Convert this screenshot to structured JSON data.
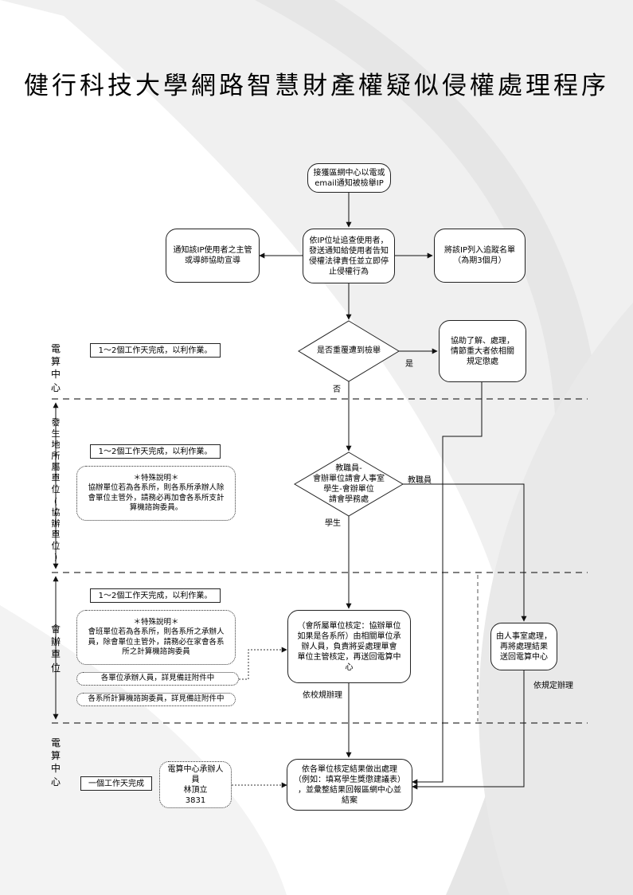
{
  "title": "健行科技大學網路智慧財產權疑似侵權處理程序",
  "lanes": {
    "computer_center_top": "電\n算\n中\n心",
    "department": "發\n生\n地\n所\n屬\n單\n位\n(\n協\n辦\n單\n位\n)",
    "handling_unit": "會\n辦\n單\n位",
    "computer_center_bottom": "電\n算\n中\n心"
  },
  "nodes": {
    "start": "接獲區網中心以電或\nemail通知被檢舉IP",
    "trace": "依IP位址追查使用者，\n發送通知給使用者告知\n侵權法律責任並立即停\n止侵權行為",
    "notify_supervisor": "通知該IP使用者之主管\n或導師協助宣導",
    "track_list": "將該IP列入追蹤名單\n（為期3個月）",
    "repeat_decision": "是否重覆遭到檢舉",
    "assist_handle": "協助了解、處理，\n情節重大者依相關\n規定懲處",
    "role_decision": "教職員-\n會辦單位請會人事室\n學生-會辦單位\n請會學務處",
    "unit_review": "（會所屬單位核定：協辦單位\n如果是各系所）由相關單位承\n辦人員，負責將妥處理單會\n單位主管核定，再送回電算中\n心",
    "personnel_office": "由人事室處理，\n再將處理結果\n送回電算中心",
    "final": "依各單位核定結果做出處理\n（例如：填寫學生獎懲建議表）\n，並彙整結果回報區網中心並\n結案"
  },
  "notes": {
    "time_cc": "1～2個工作天完成，以利作業。",
    "time_dept": "1～2個工作天完成，以利作業。",
    "time_unit": "1～2個工作天完成，以利作業。",
    "time_final": "一個工作天完成",
    "special_dept": "＊特殊說明＊\n協辦單位若為各系所，則各系所承辦人除\n會單位主管外，請務必再加會各系所支計\n算機諮詢委員。",
    "special_unit": "＊特殊說明＊\n會班單位若為各系所，則各系所之承辦人\n員，除會單位主管外，請務必在家會各系\n所之計算機諮詢委員",
    "unit_staff": "各單位承辦人員，詳見備註附件中",
    "dept_committee": "各系所計算機諮詢委員，詳見備註附件中",
    "cc_contact": "電算中心承辦人員\n林頂立\n3831"
  },
  "edge_labels": {
    "yes": "是",
    "no": "否",
    "staff": "教職員",
    "student": "學生",
    "by_school_rules": "依校規辦理",
    "by_regulations": "依規定辦理"
  }
}
